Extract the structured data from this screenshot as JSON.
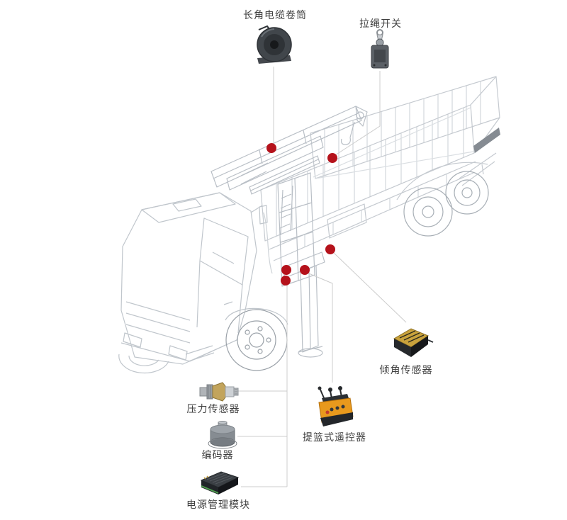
{
  "page": {
    "background_color": "#ffffff",
    "accent_color": "#b5121b",
    "connector_color": "#cccccc"
  },
  "diagram": {
    "components": [
      {
        "id": "cable-reel",
        "label": "长角电缆卷筒"
      },
      {
        "id": "pull-rope-switch",
        "label": "拉绳开关"
      },
      {
        "id": "tilt-sensor",
        "label": "倾角传感器"
      },
      {
        "id": "pressure-sensor",
        "label": "压力传感器"
      },
      {
        "id": "encoder",
        "label": "编码器"
      },
      {
        "id": "basket-remote-control",
        "label": "提篮式遥控器"
      },
      {
        "id": "power-management-module",
        "label": "电源管理模块"
      }
    ]
  }
}
